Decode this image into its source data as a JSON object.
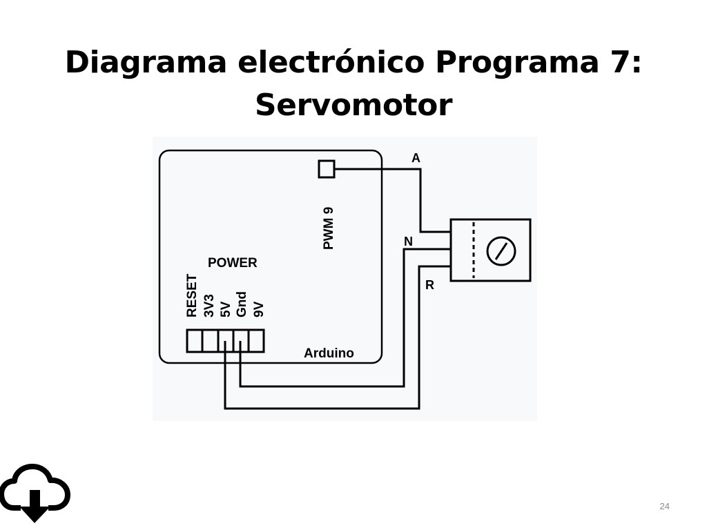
{
  "slide": {
    "title_line1": "Diagrama electrónico Programa 7:",
    "title_line2": "Servomotor",
    "page_number": "24"
  },
  "diagram": {
    "board_label": "Arduino",
    "power_label": "POWER",
    "pwm_label": "PWM 9",
    "pins": [
      "RESET",
      "3V3",
      "5V",
      "Gnd",
      "9V"
    ],
    "wire_labels": [
      "A",
      "N",
      "R"
    ]
  },
  "icons": {
    "download": "cloud-download-icon"
  }
}
